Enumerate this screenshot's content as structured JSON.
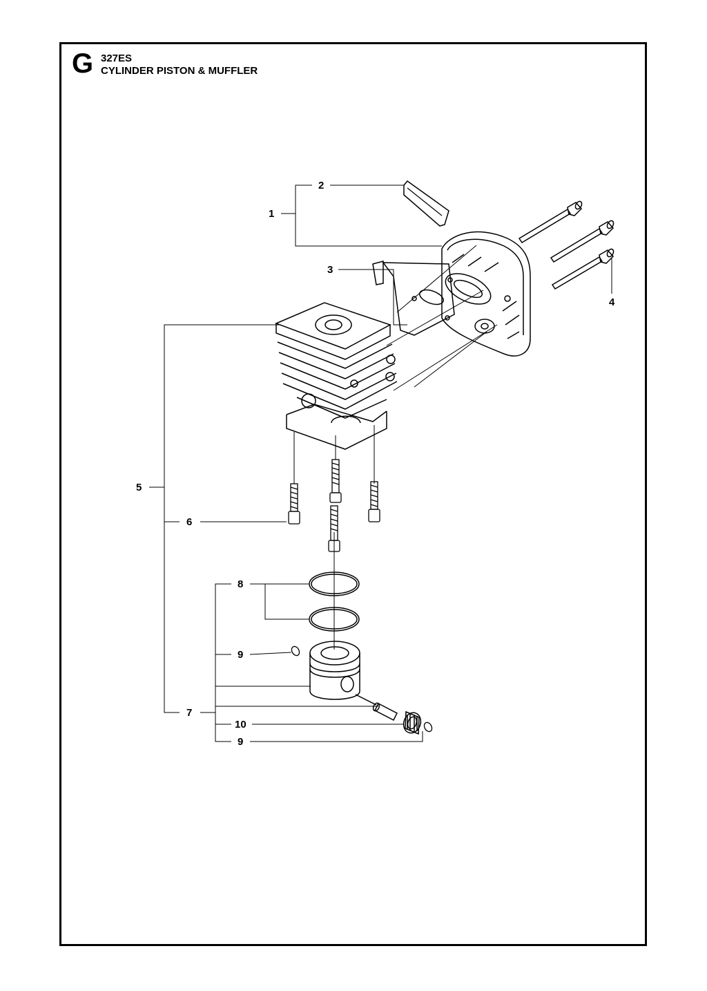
{
  "header": {
    "section_letter": "G",
    "model": "327ES",
    "title": "CYLINDER PISTON & MUFFLER"
  },
  "callouts": [
    {
      "id": "c1",
      "text": "1"
    },
    {
      "id": "c2",
      "text": "2"
    },
    {
      "id": "c3",
      "text": "3"
    },
    {
      "id": "c4",
      "text": "4"
    },
    {
      "id": "c5",
      "text": "5"
    },
    {
      "id": "c6",
      "text": "6"
    },
    {
      "id": "c7",
      "text": "7"
    },
    {
      "id": "c8",
      "text": "8"
    },
    {
      "id": "c9a",
      "text": "9"
    },
    {
      "id": "c10",
      "text": "10"
    },
    {
      "id": "c9b",
      "text": "9"
    }
  ]
}
